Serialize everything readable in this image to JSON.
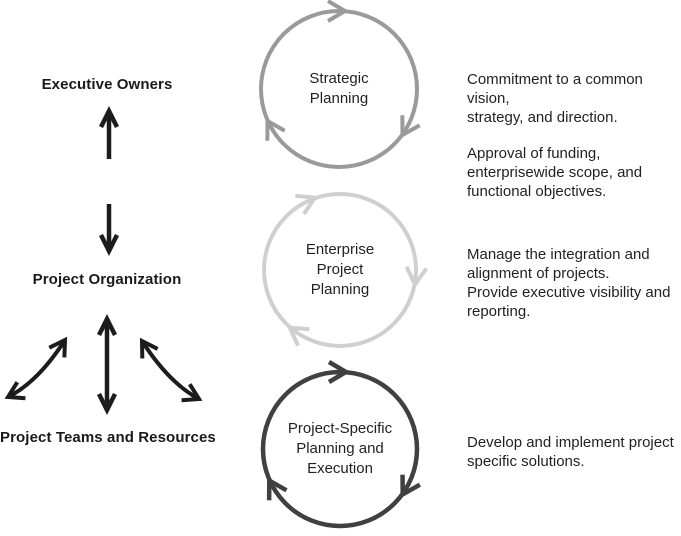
{
  "colors": {
    "arrow": "#1c1c1c",
    "text": "#231f20",
    "ring_strategic": "#9a9a9a",
    "ring_enterprise": "#cfcfcf",
    "ring_project_specific": "#404041"
  },
  "left_column": {
    "labels": [
      {
        "text": "Executive Owners"
      },
      {
        "text": "Project Organization"
      },
      {
        "text": "Project Teams and Resources"
      }
    ]
  },
  "cycles": [
    {
      "name": "strategic-planning",
      "color": "#9a9a9a",
      "lines": [
        "Strategic",
        "Planning"
      ]
    },
    {
      "name": "enterprise-project-planning",
      "color": "#cfcfcf",
      "lines": [
        "Enterprise",
        "Project",
        "Planning"
      ]
    },
    {
      "name": "project-specific-planning-and-execution",
      "color": "#404041",
      "lines": [
        "Project-Specific",
        "Planning and",
        "Execution"
      ]
    }
  ],
  "annotations": [
    {
      "lines": [
        "Commitment to a common vision,",
        "strategy, and direction."
      ]
    },
    {
      "lines": [
        "Approval of funding,",
        "enterprisewide scope, and",
        "functional objectives."
      ]
    },
    {
      "lines": [
        "Manage the integration and",
        "alignment of projects.",
        "Provide executive visibility and",
        "reporting."
      ]
    },
    {
      "lines": [
        "Develop and implement project",
        "specific solutions."
      ]
    }
  ]
}
